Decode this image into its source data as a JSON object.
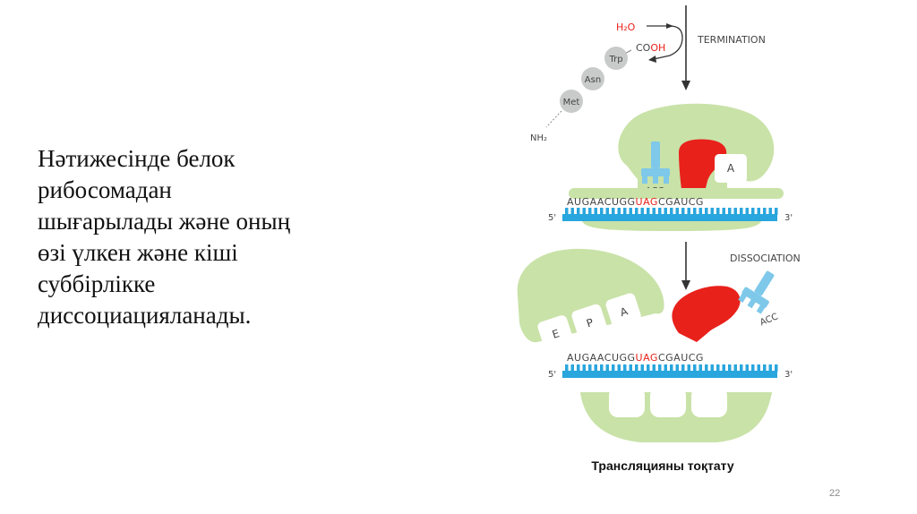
{
  "slide": {
    "body_lines": [
      "Нәтижесінде белок",
      "рибосомадан",
      "шығарылады және оның",
      "өзі үлкен және кіші",
      "суббірлікке",
      "диссоциацияланады."
    ],
    "caption": "Трансляцияны тоқтату",
    "page_number": "22"
  },
  "figure": {
    "colors": {
      "ribosome_green": "#c9e2a8",
      "mrna_blue": "#29a6dd",
      "release_factor_red": "#e8211b",
      "trna_blue": "#7ec8ea",
      "amino_acid_gray": "#c8cbc9",
      "highlight_red": "#e8211b"
    },
    "termination": {
      "step_label": "TERMINATION",
      "water_label": "H₂O",
      "cooh_black": "CO",
      "cooh_red": "OH",
      "amino_acids": [
        "Trp",
        "Asn",
        "Met"
      ],
      "nh2_label": "NH₂",
      "site_a": "A",
      "anticodon": "ACC",
      "mrna_before": "AUGAACUGG",
      "stop_codon": "UAG",
      "mrna_after": "CGAUCG",
      "five_prime": "5'",
      "three_prime": "3'"
    },
    "dissociation": {
      "step_label": "DISSOCIATION",
      "site_e": "E",
      "site_p": "P",
      "site_a": "A",
      "anticodon": "ACC",
      "mrna_before": "AUGAACUGG",
      "stop_codon": "UAG",
      "mrna_after": "CGAUCG",
      "five_prime": "5'",
      "three_prime": "3'"
    }
  }
}
